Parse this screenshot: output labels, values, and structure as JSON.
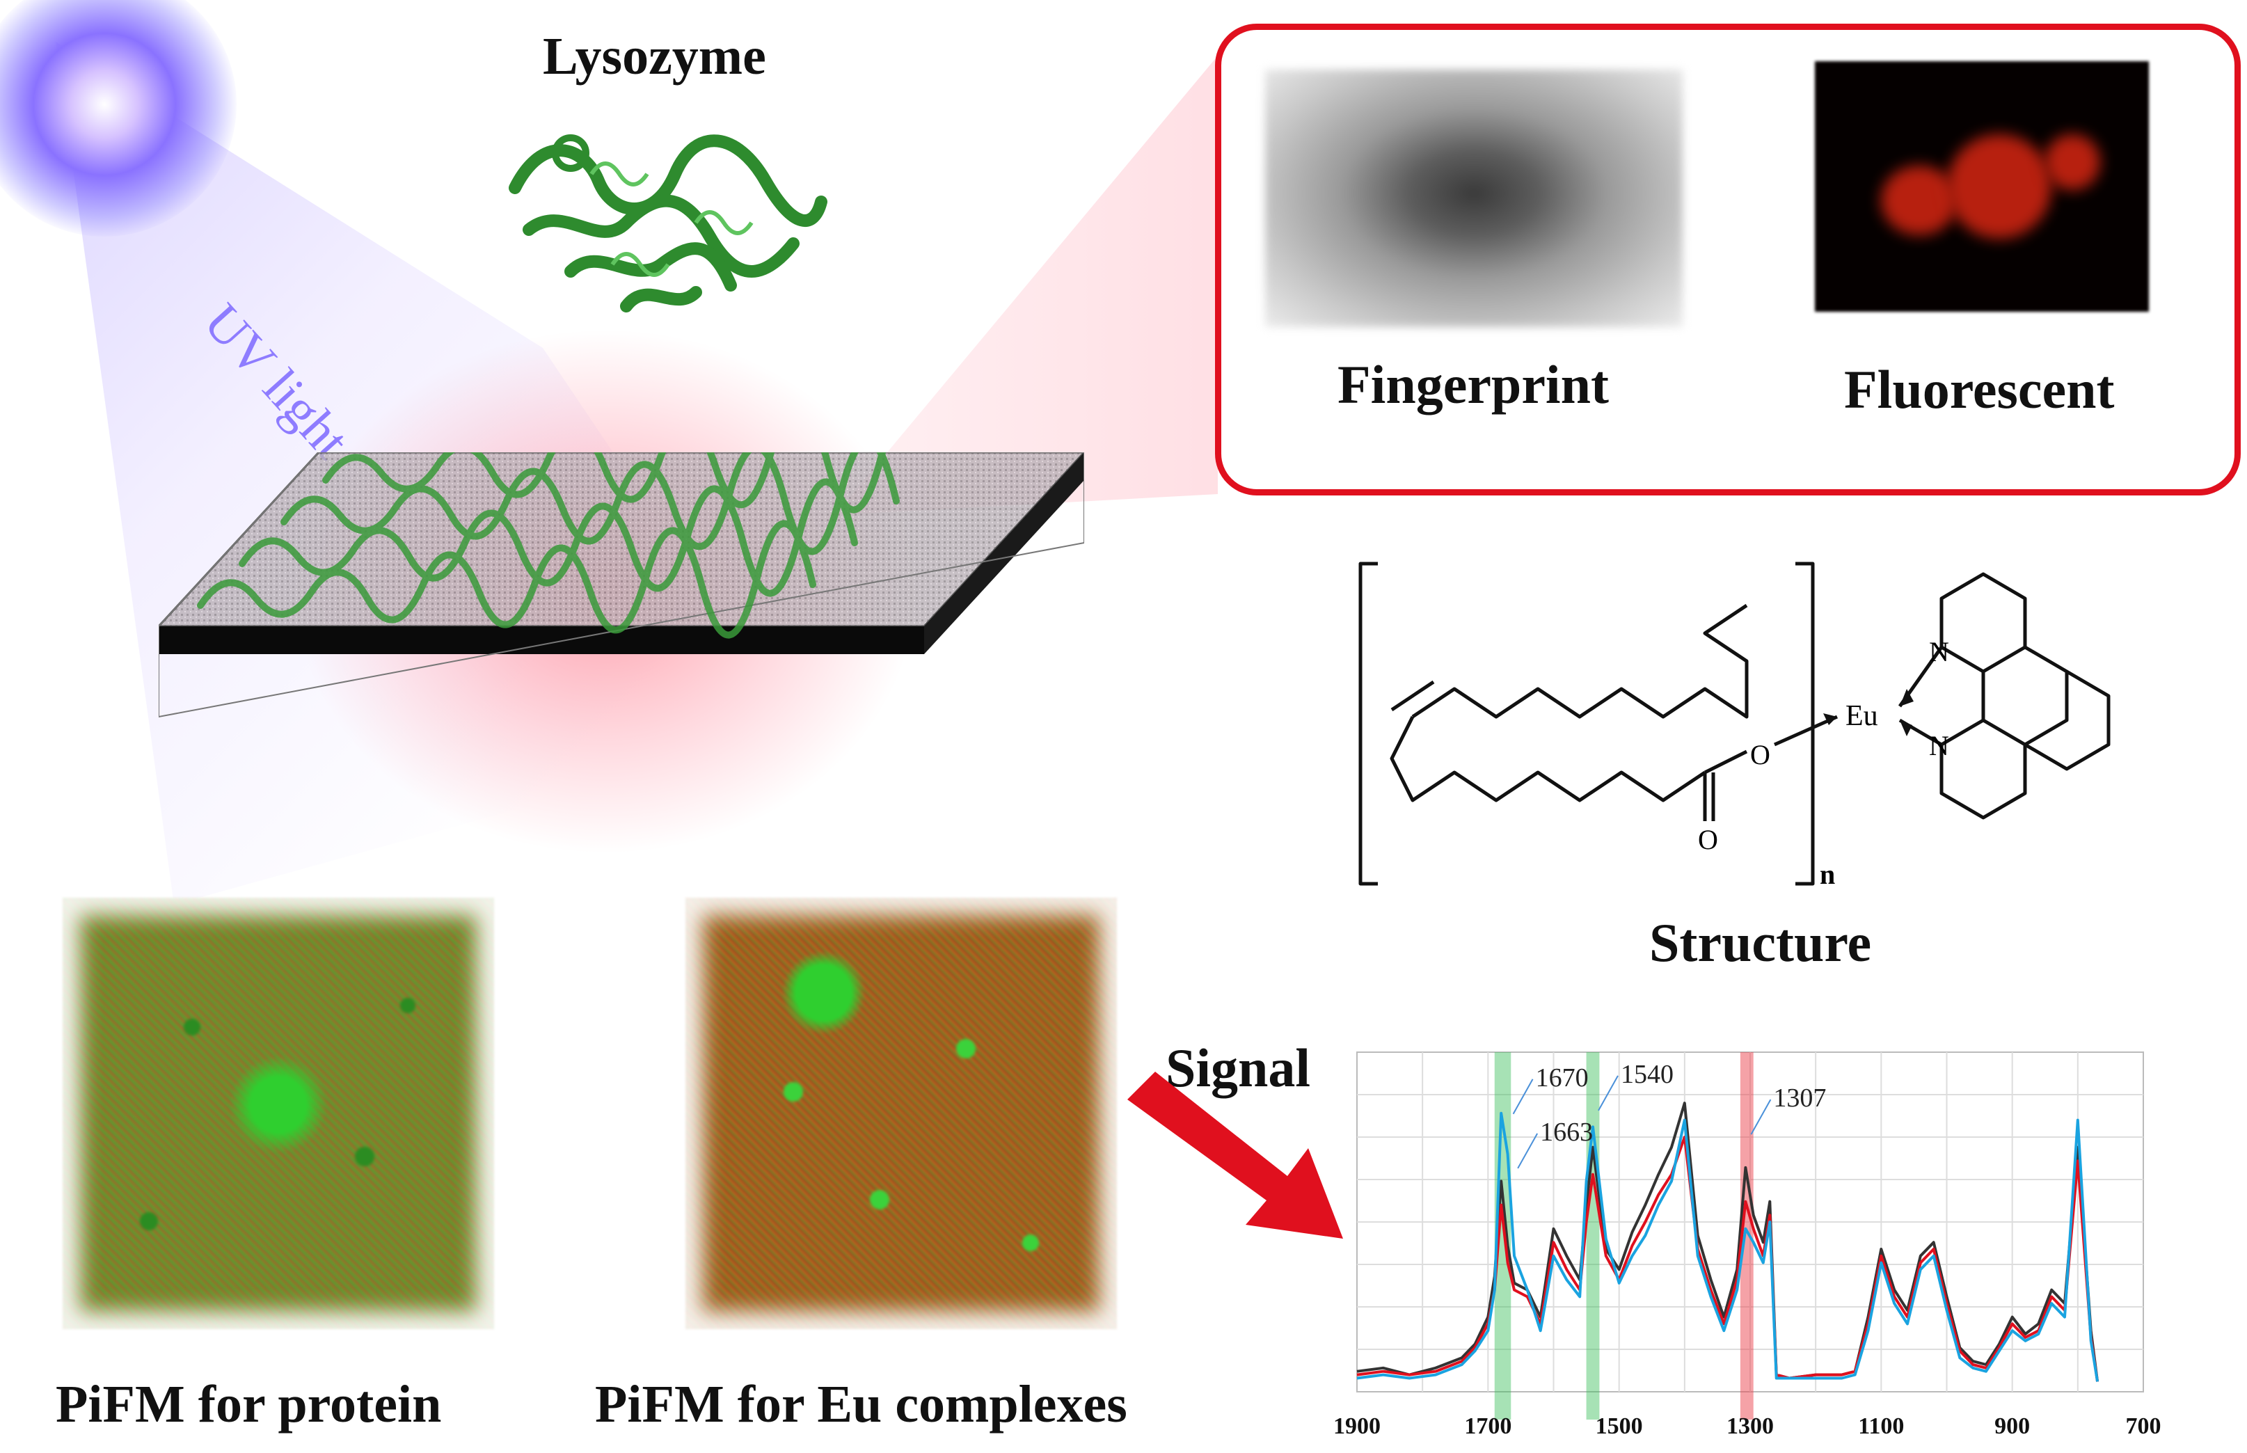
{
  "labels": {
    "lysozyme": "Lysozyme",
    "uv_light": "UV light",
    "fingerprint": "Fingerprint",
    "fluorescent": "Fluorescent",
    "structure": "Structure",
    "pifm_protein": "PiFM for protein",
    "pifm_eu": "PiFM for Eu complexes",
    "signal": "Signal"
  },
  "structure": {
    "metal": "Eu",
    "nitrogen": "N",
    "oxygen": "O",
    "subscript": "n"
  },
  "colors": {
    "frame_red": "#e0101e",
    "protein_green": "#3a9a3a",
    "uv_purple": "#8a72ff",
    "arrow_red": "#e0101e"
  },
  "chart_data": {
    "type": "line",
    "xlim": [
      1900,
      700
    ],
    "x_ticks": [
      "1900",
      "1700",
      "1500",
      "1300",
      "1100",
      "900",
      "700"
    ],
    "highlight_bands": [
      {
        "from": 1690,
        "to": 1665,
        "color": "green"
      },
      {
        "from": 1550,
        "to": 1530,
        "color": "green"
      },
      {
        "from": 1315,
        "to": 1295,
        "color": "red"
      }
    ],
    "annotations": [
      {
        "text": "1670",
        "x": 1670,
        "y": 0.9
      },
      {
        "text": "1663",
        "x": 1663,
        "y": 0.74
      },
      {
        "text": "1540",
        "x": 1540,
        "y": 0.91
      },
      {
        "text": "1307",
        "x": 1307,
        "y": 0.84
      }
    ],
    "series": [
      {
        "color": "#333333",
        "x": [
          1900,
          1860,
          1820,
          1780,
          1740,
          1720,
          1700,
          1690,
          1680,
          1670,
          1660,
          1640,
          1620,
          1600,
          1580,
          1560,
          1550,
          1540,
          1520,
          1500,
          1480,
          1460,
          1440,
          1420,
          1400,
          1380,
          1360,
          1340,
          1320,
          1307,
          1295,
          1280,
          1270,
          1260,
          1240,
          1200,
          1160,
          1140,
          1120,
          1100,
          1080,
          1060,
          1040,
          1020,
          1000,
          980,
          960,
          940,
          920,
          900,
          880,
          860,
          840,
          820,
          800,
          780,
          770
        ],
        "y": [
          0.06,
          0.07,
          0.05,
          0.07,
          0.1,
          0.14,
          0.22,
          0.34,
          0.62,
          0.43,
          0.32,
          0.3,
          0.22,
          0.48,
          0.4,
          0.33,
          0.55,
          0.72,
          0.42,
          0.36,
          0.47,
          0.55,
          0.64,
          0.72,
          0.85,
          0.46,
          0.33,
          0.22,
          0.36,
          0.66,
          0.52,
          0.44,
          0.56,
          0.05,
          0.04,
          0.05,
          0.05,
          0.06,
          0.22,
          0.42,
          0.3,
          0.24,
          0.4,
          0.44,
          0.28,
          0.13,
          0.09,
          0.08,
          0.14,
          0.22,
          0.17,
          0.2,
          0.3,
          0.26,
          0.72,
          0.18,
          0.03
        ]
      },
      {
        "color": "#e0101e",
        "x": [
          1900,
          1860,
          1820,
          1780,
          1740,
          1720,
          1700,
          1690,
          1680,
          1670,
          1660,
          1640,
          1620,
          1600,
          1580,
          1560,
          1550,
          1540,
          1520,
          1500,
          1480,
          1460,
          1440,
          1420,
          1400,
          1380,
          1360,
          1340,
          1320,
          1307,
          1295,
          1280,
          1270,
          1260,
          1240,
          1200,
          1160,
          1140,
          1120,
          1100,
          1080,
          1060,
          1040,
          1020,
          1000,
          980,
          960,
          940,
          920,
          900,
          880,
          860,
          840,
          820,
          800,
          780,
          770
        ],
        "y": [
          0.05,
          0.06,
          0.05,
          0.06,
          0.09,
          0.13,
          0.2,
          0.3,
          0.55,
          0.38,
          0.3,
          0.28,
          0.2,
          0.44,
          0.36,
          0.3,
          0.5,
          0.64,
          0.4,
          0.33,
          0.43,
          0.5,
          0.58,
          0.64,
          0.75,
          0.42,
          0.3,
          0.2,
          0.33,
          0.56,
          0.48,
          0.4,
          0.52,
          0.05,
          0.04,
          0.05,
          0.05,
          0.06,
          0.2,
          0.4,
          0.28,
          0.22,
          0.38,
          0.42,
          0.26,
          0.12,
          0.08,
          0.07,
          0.13,
          0.2,
          0.16,
          0.18,
          0.28,
          0.24,
          0.68,
          0.16,
          0.03
        ]
      },
      {
        "color": "#1aa3e0",
        "x": [
          1900,
          1860,
          1820,
          1780,
          1740,
          1720,
          1700,
          1690,
          1680,
          1670,
          1660,
          1640,
          1620,
          1600,
          1580,
          1560,
          1550,
          1540,
          1520,
          1500,
          1480,
          1460,
          1440,
          1420,
          1400,
          1380,
          1360,
          1340,
          1320,
          1307,
          1295,
          1280,
          1270,
          1260,
          1240,
          1200,
          1160,
          1140,
          1120,
          1100,
          1080,
          1060,
          1040,
          1020,
          1000,
          980,
          960,
          940,
          920,
          900,
          880,
          860,
          840,
          820,
          800,
          780,
          770
        ],
        "y": [
          0.04,
          0.05,
          0.04,
          0.05,
          0.08,
          0.12,
          0.18,
          0.3,
          0.82,
          0.7,
          0.4,
          0.3,
          0.18,
          0.4,
          0.33,
          0.28,
          0.62,
          0.78,
          0.45,
          0.32,
          0.4,
          0.46,
          0.55,
          0.62,
          0.8,
          0.4,
          0.28,
          0.18,
          0.3,
          0.48,
          0.44,
          0.38,
          0.5,
          0.04,
          0.04,
          0.04,
          0.04,
          0.05,
          0.18,
          0.38,
          0.26,
          0.2,
          0.36,
          0.4,
          0.24,
          0.1,
          0.07,
          0.06,
          0.12,
          0.18,
          0.15,
          0.17,
          0.26,
          0.22,
          0.8,
          0.15,
          0.03
        ]
      }
    ]
  }
}
